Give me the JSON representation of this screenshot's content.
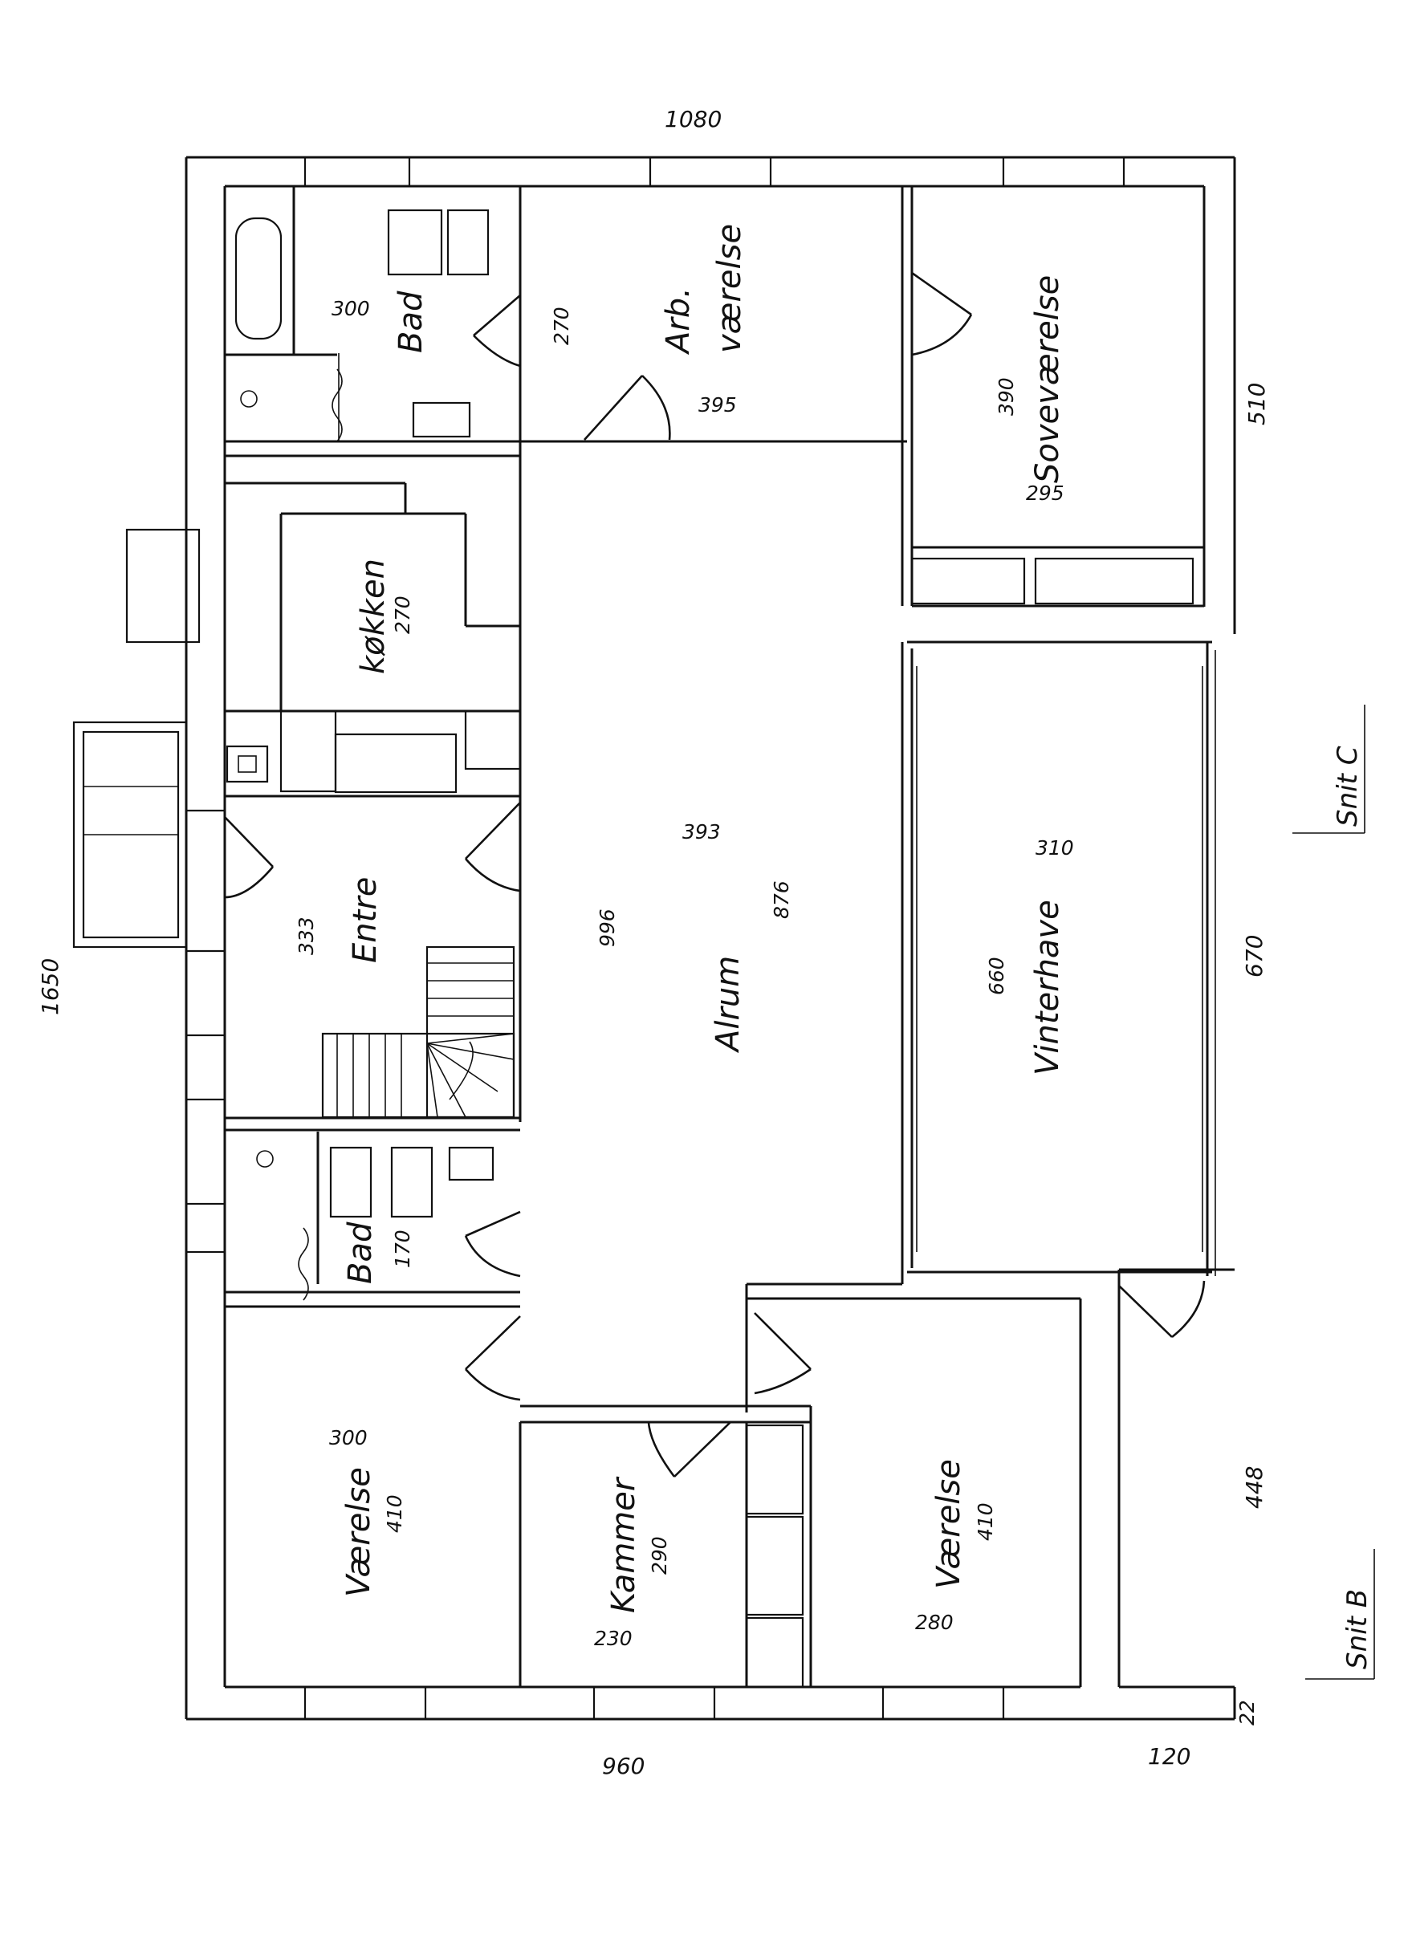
{
  "rooms": {
    "bad_top": {
      "name": "Bad",
      "dim": "300"
    },
    "arb": {
      "line1": "Arb.",
      "line2": "værelse",
      "dim_a": "270",
      "dim_b": "395"
    },
    "sove": {
      "name": "Soveværelse",
      "dim_a": "390",
      "dim_b": "295"
    },
    "kokken": {
      "name": "køkken",
      "dim": "270"
    },
    "entre": {
      "name": "Entre",
      "dim": "333"
    },
    "alrum": {
      "name": "Alrum",
      "dim_a": "393",
      "dim_b": "876",
      "dim_c": "996"
    },
    "vinterhave": {
      "name": "Vinterhave",
      "dim_a": "310",
      "dim_b": "660"
    },
    "bad_bottom": {
      "name": "Bad",
      "dim": "170"
    },
    "vaerelse_left": {
      "name": "Værelse",
      "dim_a": "300",
      "dim_b": "410"
    },
    "kammer": {
      "name": "Kammer",
      "dim_a": "290",
      "dim_b": "230"
    },
    "vaerelse_right": {
      "name": "Værelse",
      "dim_a": "410",
      "dim_b": "280"
    }
  },
  "outer_dims": {
    "top": "1080",
    "left": "1650",
    "bottom": "960",
    "bottom_right": "120",
    "right_top": "510",
    "right_mid": "670",
    "right_bottom": "448",
    "corner": "22"
  },
  "sections": {
    "snit_c": "Snit C",
    "snit_b": "Snit B"
  }
}
